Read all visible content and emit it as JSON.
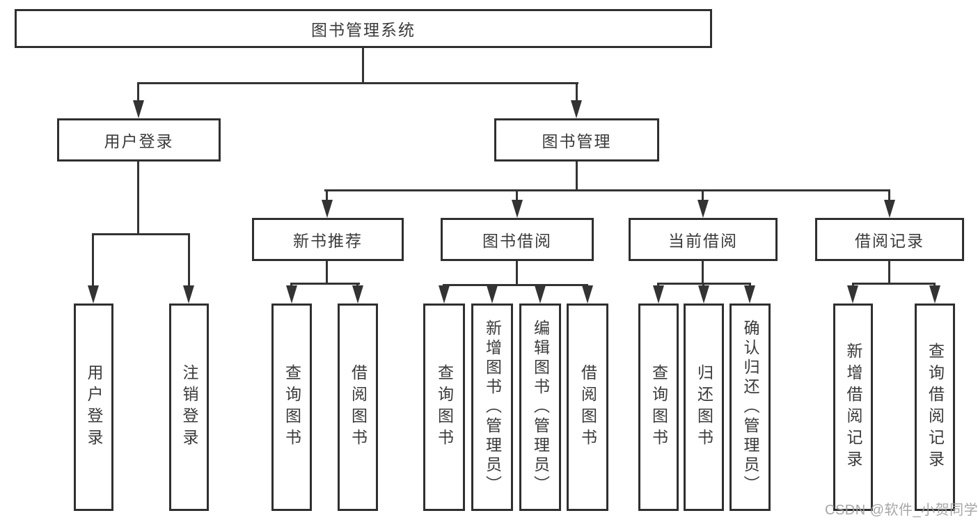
{
  "diagram": {
    "root": {
      "label": "图书管理系统"
    },
    "level2": {
      "user_login": {
        "label": "用户登录"
      },
      "book_mgmt": {
        "label": "图书管理"
      }
    },
    "level3": {
      "new_book_rec": {
        "label": "新书推荐"
      },
      "book_borrow": {
        "label": "图书借阅"
      },
      "current_borrow": {
        "label": "当前借阅"
      },
      "borrow_record": {
        "label": "借阅记录"
      }
    },
    "leaves": {
      "user_login_leaf": {
        "label": "用户登录"
      },
      "logout_leaf": {
        "label": "注销登录"
      },
      "rec_query": {
        "label": "查询图书"
      },
      "rec_borrow": {
        "label": "借阅图书"
      },
      "bb_query": {
        "label": "查询图书"
      },
      "bb_add": {
        "label": "新增图书（管理员）"
      },
      "bb_edit": {
        "label": "编辑图书（管理员）"
      },
      "bb_borrow": {
        "label": "借阅图书"
      },
      "cb_query": {
        "label": "查询图书"
      },
      "cb_return": {
        "label": "归还图书"
      },
      "cb_confirm": {
        "label": "确认归还（管理员）"
      },
      "br_add": {
        "label": "新增借阅记录"
      },
      "br_query": {
        "label": "查询借阅记录"
      }
    }
  },
  "watermark": {
    "text": "CSDN @软件_小贺同学"
  },
  "colors": {
    "line": "#333333",
    "box_border": "#2f2f2f",
    "text": "#3a3a3a",
    "watermark": "#9e9e9e",
    "background": "#ffffff"
  }
}
